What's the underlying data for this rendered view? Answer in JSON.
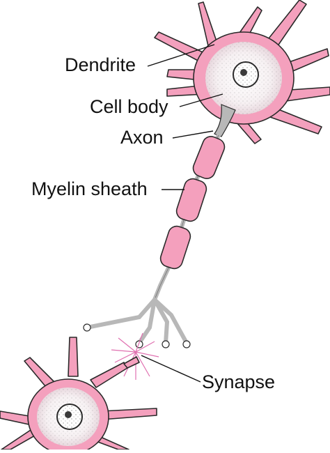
{
  "labels": {
    "dendrite": "Dendrite",
    "cell_body": "Cell body",
    "axon": "Axon",
    "myelin_sheath": "Myelin sheath",
    "synapse": "Synapse"
  },
  "colors": {
    "membrane": "#f4a0bd",
    "membrane_light": "#f9c9da",
    "outline": "#2a2a2a",
    "nucleus": "#3a3a3a",
    "axon": "#b8b8b8",
    "synapse_spark": "#e070b0"
  }
}
